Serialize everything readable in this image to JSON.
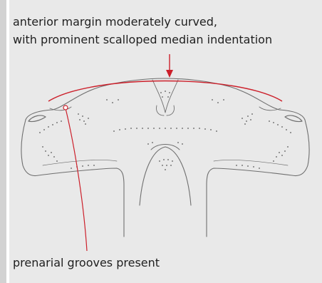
{
  "annotations": {
    "top_line_1": "anterior margin moderately curved,",
    "top_line_2": "with prominent scalloped median indentation",
    "bottom": "prenarial grooves present"
  },
  "colors": {
    "panel_background": "#e9e9e9",
    "side_bar": "#d2d2d2",
    "annotation_line": "#cc1f2a",
    "drawing_stroke": "#6f6f6f",
    "text": "#1f1f1f"
  },
  "icons": {
    "pointer_arrow": "down-arrow-icon",
    "leader_marker": "circle-marker-icon"
  }
}
